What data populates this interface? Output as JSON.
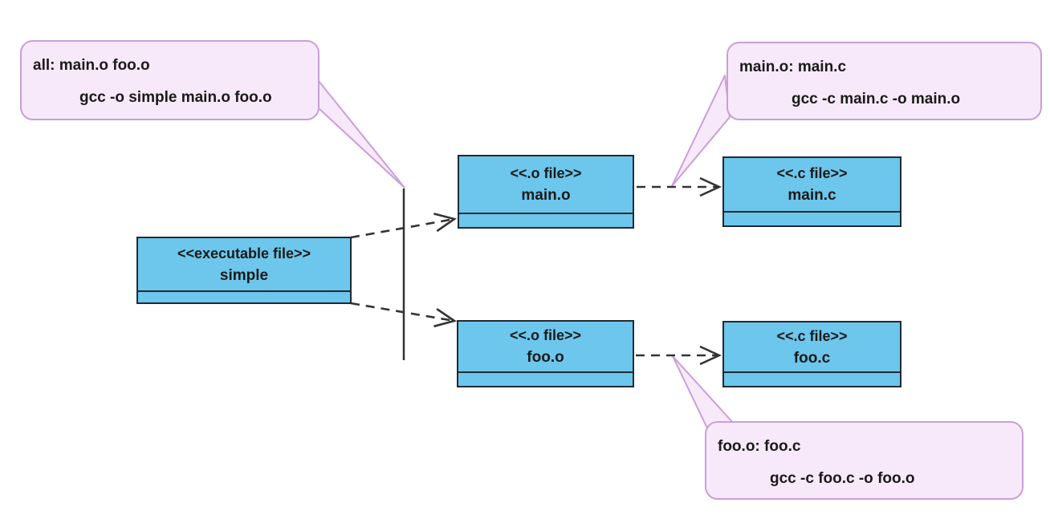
{
  "colors": {
    "node_fill": "#6dc6eb",
    "node_border": "#1f2a33",
    "callout_fill": "#f7e9f9",
    "callout_border": "#c99fd9",
    "connector": "#333333",
    "background": "#ffffff"
  },
  "callouts": [
    {
      "id": "all-rule",
      "line1": "all: main.o foo.o",
      "line2": "gcc -o simple main.o foo.o"
    },
    {
      "id": "main-rule",
      "line1": "main.o: main.c",
      "line2": "gcc -c main.c -o main.o"
    },
    {
      "id": "foo-rule",
      "line1": "foo.o: foo.c",
      "line2": "gcc -c foo.c -o foo.o"
    }
  ],
  "nodes": [
    {
      "id": "simple",
      "stereotype": "<<executable file>>",
      "name": "simple"
    },
    {
      "id": "main_o",
      "stereotype": "<<.o file>>",
      "name": "main.o"
    },
    {
      "id": "main_c",
      "stereotype": "<<.c file>>",
      "name": "main.c"
    },
    {
      "id": "foo_o",
      "stereotype": "<<.o file>>",
      "name": "foo.o"
    },
    {
      "id": "foo_c",
      "stereotype": "<<.c file>>",
      "name": "foo.c"
    }
  ],
  "connectors": [
    {
      "from": "simple",
      "to": "main_o",
      "style": "dashed-open-arrow"
    },
    {
      "from": "simple",
      "to": "foo_o",
      "style": "dashed-open-arrow"
    },
    {
      "from": "main_o",
      "to": "main_c",
      "style": "dashed-open-arrow"
    },
    {
      "from": "foo_o",
      "to": "foo_c",
      "style": "dashed-open-arrow"
    }
  ]
}
